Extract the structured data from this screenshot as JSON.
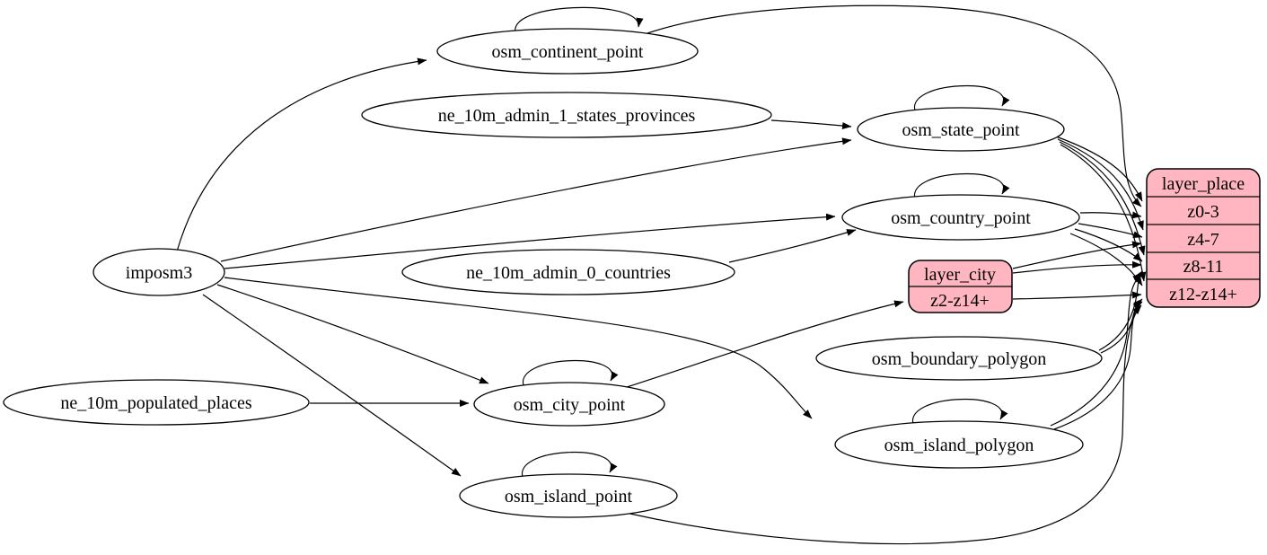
{
  "diagram": {
    "type": "etl-dependency-graph",
    "colors": {
      "background": "#ffffff",
      "node_fill": "#ffffff",
      "record_fill": "#ffb6c1",
      "stroke": "#000000",
      "edge": "#000000"
    },
    "nodes": {
      "imposm3": "imposm3",
      "ne_10m_populated_places": "ne_10m_populated_places",
      "ne_10m_admin_1_states_provinces": "ne_10m_admin_1_states_provinces",
      "ne_10m_admin_0_countries": "ne_10m_admin_0_countries",
      "osm_continent_point": "osm_continent_point",
      "osm_city_point": "osm_city_point",
      "osm_island_point": "osm_island_point",
      "osm_state_point": "osm_state_point",
      "osm_country_point": "osm_country_point",
      "osm_boundary_polygon": "osm_boundary_polygon",
      "osm_island_polygon": "osm_island_polygon"
    },
    "records": {
      "layer_city": {
        "title": "layer_city",
        "rows": [
          "z2-z14+"
        ]
      },
      "layer_place": {
        "title": "layer_place",
        "rows": [
          "z0-3",
          "z4-7",
          "z8-11",
          "z12-z14+"
        ]
      }
    },
    "edges": [
      {
        "from": "imposm3",
        "to": "osm_continent_point"
      },
      {
        "from": "imposm3",
        "to": "osm_state_point"
      },
      {
        "from": "imposm3",
        "to": "osm_country_point"
      },
      {
        "from": "imposm3",
        "to": "osm_city_point"
      },
      {
        "from": "imposm3",
        "to": "osm_island_point"
      },
      {
        "from": "imposm3",
        "to": "osm_island_polygon"
      },
      {
        "from": "ne_10m_admin_1_states_provinces",
        "to": "osm_state_point"
      },
      {
        "from": "ne_10m_admin_0_countries",
        "to": "osm_country_point"
      },
      {
        "from": "ne_10m_populated_places",
        "to": "osm_city_point"
      },
      {
        "from": "osm_continent_point",
        "to": "osm_continent_point"
      },
      {
        "from": "osm_state_point",
        "to": "osm_state_point"
      },
      {
        "from": "osm_country_point",
        "to": "osm_country_point"
      },
      {
        "from": "osm_city_point",
        "to": "osm_city_point"
      },
      {
        "from": "osm_island_point",
        "to": "osm_island_point"
      },
      {
        "from": "osm_island_polygon",
        "to": "osm_island_polygon"
      },
      {
        "from": "osm_city_point",
        "to": "layer_city:z2-z14+"
      },
      {
        "from": "osm_continent_point",
        "to": "layer_place:z0-3"
      },
      {
        "from": "osm_state_point",
        "to": "layer_place:z0-3"
      },
      {
        "from": "osm_state_point",
        "to": "layer_place:z4-7"
      },
      {
        "from": "osm_state_point",
        "to": "layer_place:z8-11"
      },
      {
        "from": "osm_state_point",
        "to": "layer_place:z12-z14+"
      },
      {
        "from": "osm_country_point",
        "to": "layer_place:z0-3"
      },
      {
        "from": "osm_country_point",
        "to": "layer_place:z4-7"
      },
      {
        "from": "osm_country_point",
        "to": "layer_place:z8-11"
      },
      {
        "from": "osm_country_point",
        "to": "layer_place:z12-z14+"
      },
      {
        "from": "layer_city",
        "to": "layer_place:z4-7"
      },
      {
        "from": "layer_city",
        "to": "layer_place:z8-11"
      },
      {
        "from": "layer_city",
        "to": "layer_place:z12-z14+"
      },
      {
        "from": "osm_boundary_polygon",
        "to": "layer_place:z8-11"
      },
      {
        "from": "osm_boundary_polygon",
        "to": "layer_place:z12-z14+"
      },
      {
        "from": "osm_island_polygon",
        "to": "layer_place:z8-11"
      },
      {
        "from": "osm_island_polygon",
        "to": "layer_place:z12-z14+"
      },
      {
        "from": "osm_island_point",
        "to": "layer_place:z12-z14+"
      }
    ]
  }
}
